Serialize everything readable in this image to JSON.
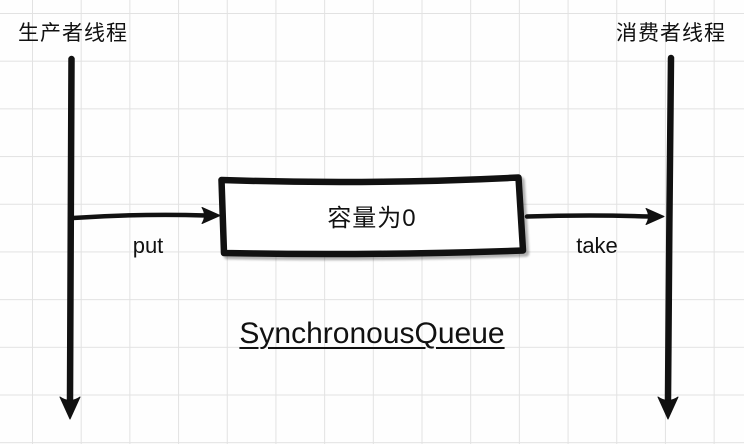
{
  "diagram": {
    "producer_label": "生产者线程",
    "consumer_label": "消费者线程",
    "box_label": "容量为0",
    "put_label": "put",
    "take_label": "take",
    "title": "SynchronousQueue",
    "colors": {
      "ink": "#111111",
      "grid_line": "#e2e2e2",
      "background": "#fefefe",
      "box_fill": "#ffffff"
    }
  }
}
